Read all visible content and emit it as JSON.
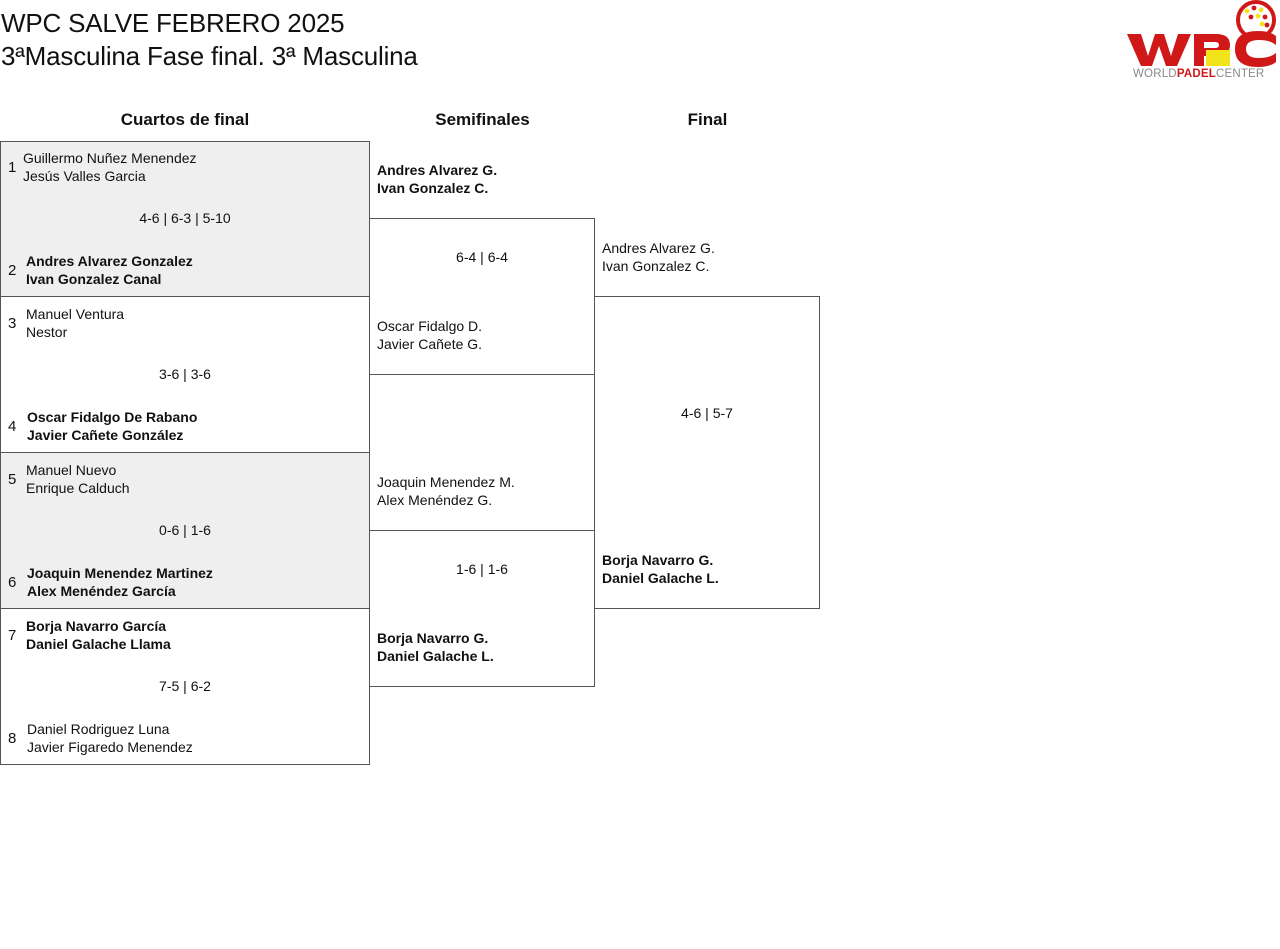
{
  "header": {
    "title": "WPC SALVE FEBRERO 2025",
    "subtitle": "3ªMasculina Fase final. 3ª Masculina",
    "logo_text": "WPC",
    "logo_sub_a": "WORLD",
    "logo_sub_b": "PADEL",
    "logo_sub_c": "CENTER"
  },
  "rounds": [
    "Cuartos de final",
    "Semifinales",
    "Final"
  ],
  "quarterfinals": [
    {
      "score": "4-6 | 6-3 | 5-10",
      "team_a": {
        "seed": "1",
        "p1": "Guillermo Nuñez Menendez",
        "p2": "Jesús Valles Garcia"
      },
      "team_b": {
        "seed": "2",
        "p1": "Andres Alvarez Gonzalez",
        "p2": "Ivan Gonzalez Canal"
      }
    },
    {
      "score": "3-6 | 3-6",
      "team_a": {
        "seed": "3",
        "p1": "Manuel Ventura",
        "p2": "Nestor"
      },
      "team_b": {
        "seed": "4",
        "p1": "Oscar Fidalgo De Rabano",
        "p2": "Javier Cañete González"
      }
    },
    {
      "score": "0-6 | 1-6",
      "team_a": {
        "seed": "5",
        "p1": "Manuel Nuevo",
        "p2": "Enrique Calduch"
      },
      "team_b": {
        "seed": "6",
        "p1": "Joaquin Menendez Martinez",
        "p2": "Alex Menéndez García"
      }
    },
    {
      "score": "7-5 | 6-2",
      "team_a": {
        "seed": "7",
        "p1": "Borja Navarro García",
        "p2": "Daniel Galache Llama"
      },
      "team_b": {
        "seed": "8",
        "p1": "Daniel Rodriguez Luna",
        "p2": "Javier Figaredo Menendez"
      }
    }
  ],
  "semifinals": [
    {
      "score": "6-4 | 6-4",
      "team_a": {
        "p1": "Andres Alvarez G.",
        "p2": "Ivan Gonzalez C."
      },
      "team_b": {
        "p1": "Oscar Fidalgo D.",
        "p2": "Javier Cañete G."
      }
    },
    {
      "score": "1-6 | 1-6",
      "team_a": {
        "p1": "Joaquin Menendez M.",
        "p2": "Alex Menéndez G."
      },
      "team_b": {
        "p1": "Borja Navarro G.",
        "p2": "Daniel Galache L."
      }
    }
  ],
  "final": {
    "score": "4-6 | 5-7",
    "team_a": {
      "p1": "Andres Alvarez G.",
      "p2": "Ivan Gonzalez C."
    },
    "team_b": {
      "p1": "Borja Navarro G.",
      "p2": "Daniel Galache L."
    }
  },
  "colors": {
    "logo_red": "#d01818",
    "logo_yellow": "#f2e41a",
    "shade": "#efefef",
    "border": "#555555"
  }
}
